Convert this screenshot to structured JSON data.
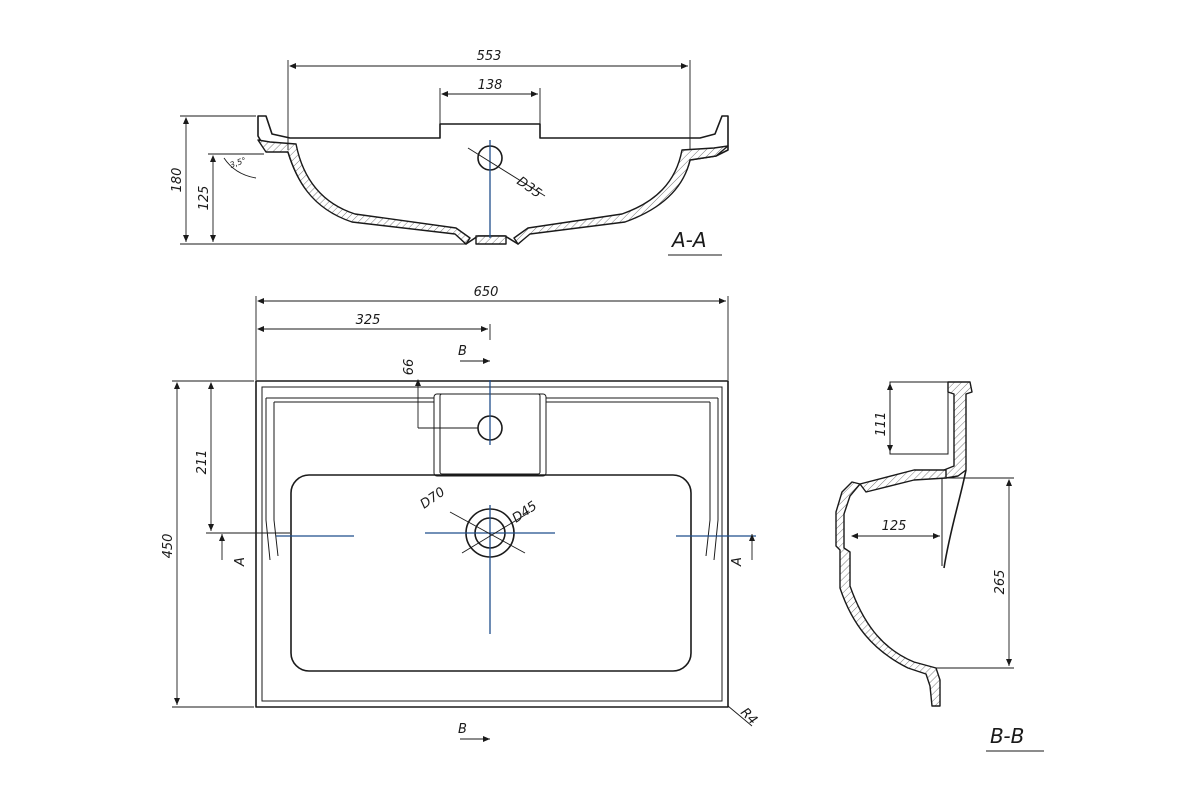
{
  "drawing": {
    "section_labels": {
      "aa": "A-A",
      "bb": "B-B"
    },
    "top_section": {
      "dim_553": "553",
      "dim_138": "138",
      "dim_180": "180",
      "dim_125": "125",
      "hole": "D35",
      "angle": "3,5°"
    },
    "plan_view": {
      "dim_650": "650",
      "dim_325": "325",
      "dim_66": "66",
      "dim_211": "211",
      "dim_450": "450",
      "drain_outer": "D70",
      "drain_inner": "D45",
      "corner_radius": "R4",
      "cut_a_left": "A",
      "cut_a_right": "A",
      "cut_b_top": "B",
      "cut_b_bottom": "B"
    },
    "side_section": {
      "dim_111": "111",
      "dim_125": "125",
      "dim_265": "265"
    }
  }
}
